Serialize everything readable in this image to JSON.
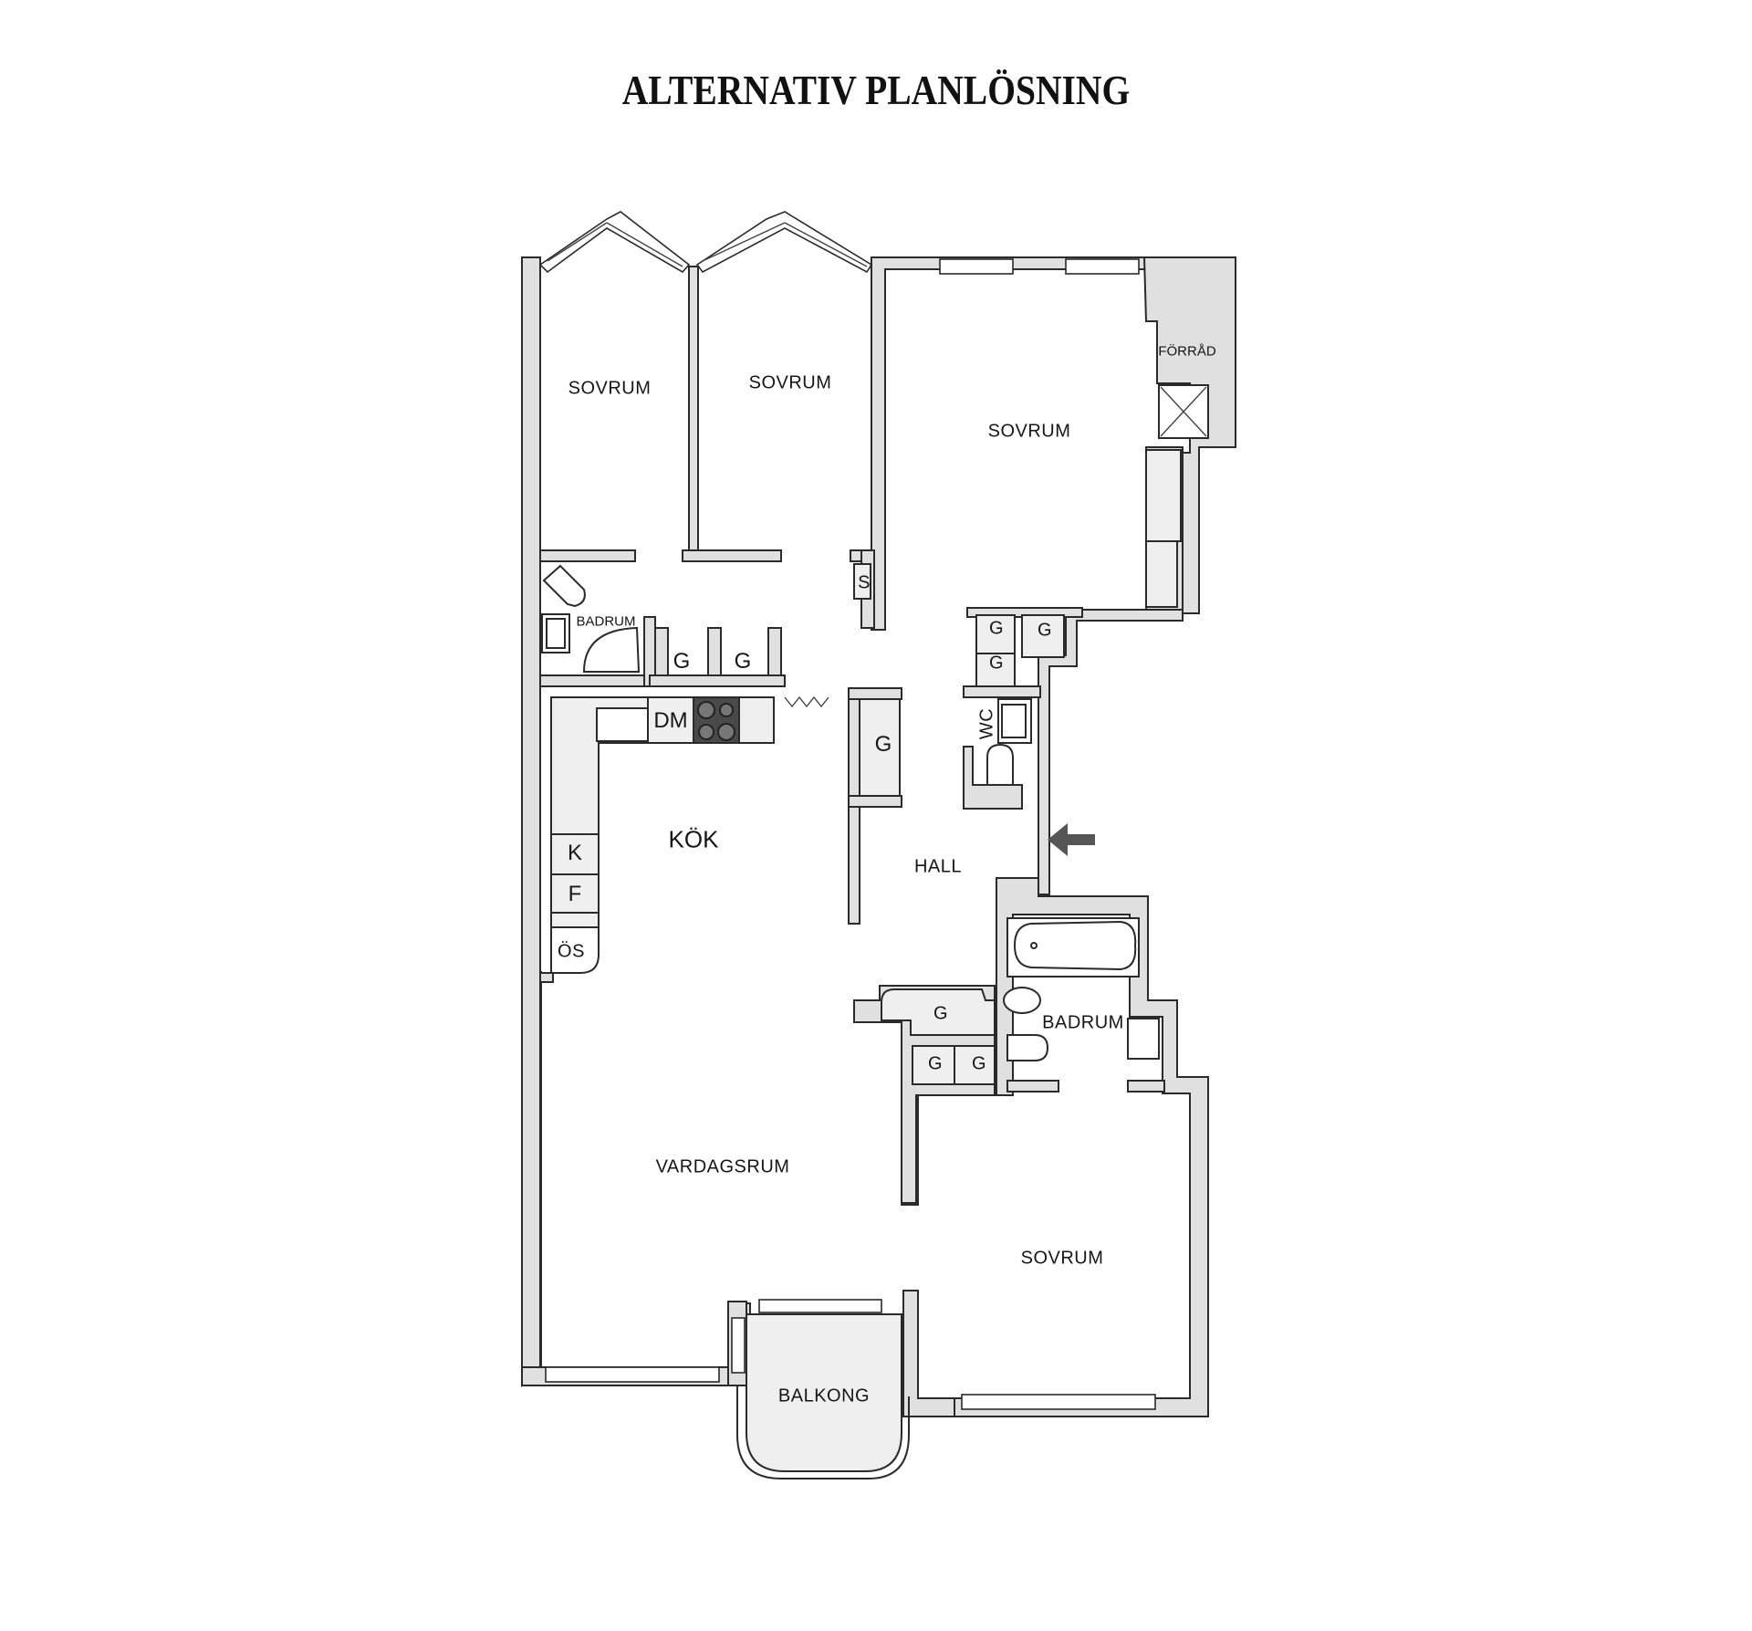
{
  "title": "ALTERNATIV PLANLÖSNING",
  "colors": {
    "wall_fill": "#e0e0e0",
    "fixture_fill": "#efefef",
    "outline": "#2a2a2a",
    "stove": "#4a4a4a",
    "entrance_arrow": "#555555"
  },
  "rooms": {
    "sovrum_1": "SOVRUM",
    "sovrum_2": "SOVRUM",
    "sovrum_3": "SOVRUM",
    "sovrum_4": "SOVRUM",
    "forrad": "FÖRRÅD",
    "badrum_small": "BADRUM",
    "badrum_large": "BADRUM",
    "kok": "KÖK",
    "hall": "HALL",
    "wc": "WC",
    "vardagsrum": "VARDAGSRUM",
    "balkong": "BALKONG"
  },
  "fixtures": {
    "s_closet": "S",
    "g_wardrobe_1": "G",
    "g_wardrobe_2": "G",
    "g_wardrobe_3": "G",
    "g_wardrobe_4": "G",
    "g_wardrobe_5": "G",
    "g_wardrobe_6": "G",
    "g_wardrobe_7": "G",
    "g_wardrobe_8": "G",
    "g_wardrobe_9": "G",
    "dishwasher": "DM",
    "fridge": "K",
    "freezer": "F",
    "wall_oven": "ÖS"
  },
  "icons": {
    "entrance": "entrance-arrow-icon"
  }
}
